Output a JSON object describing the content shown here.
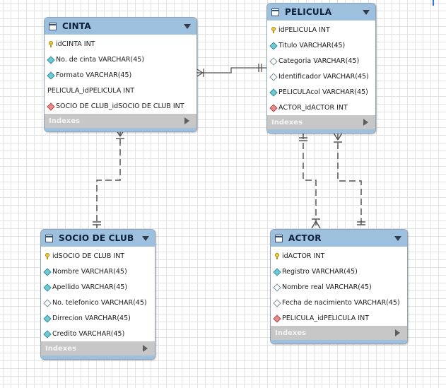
{
  "colors": {
    "header": "#9cc0dd",
    "indexes_bar": "#c7c7c7",
    "connector": "#555555",
    "grid": "#e3e3e3"
  },
  "tables": {
    "cinta": {
      "name": "CINTA",
      "indexes_label": "Indexes",
      "columns": [
        {
          "text": "idCINTA INT",
          "icon": "pk"
        },
        {
          "text": "No. de cinta VARCHAR(45)",
          "icon": "nn"
        },
        {
          "text": "Formato VARCHAR(45)",
          "icon": "nn"
        },
        {
          "text": "PELICULA_idPELICULA INT",
          "icon": "none"
        },
        {
          "text": "SOCIO DE CLUB_idSOCIO DE CLUB INT",
          "icon": "fk"
        }
      ]
    },
    "pelicula": {
      "name": "PELICULA",
      "indexes_label": "Indexes",
      "columns": [
        {
          "text": "idPELICULA INT",
          "icon": "pk"
        },
        {
          "text": "Titulo VARCHAR(45)",
          "icon": "nn"
        },
        {
          "text": "Categoria VARCHAR(45)",
          "icon": "nul"
        },
        {
          "text": "Identificador VARCHAR(45)",
          "icon": "nul"
        },
        {
          "text": "PELICULAcol VARCHAR(45)",
          "icon": "nn"
        },
        {
          "text": "ACTOR_idACTOR INT",
          "icon": "fk"
        }
      ]
    },
    "socio": {
      "name": "SOCIO DE CLUB",
      "indexes_label": "Indexes",
      "columns": [
        {
          "text": "idSOCIO DE CLUB INT",
          "icon": "pk"
        },
        {
          "text": "Nombre VARCHAR(45)",
          "icon": "nn"
        },
        {
          "text": "Apellido VARCHAR(45)",
          "icon": "nn"
        },
        {
          "text": "No. telefonico VARCHAR(45)",
          "icon": "nul"
        },
        {
          "text": "Dirrecion VARCHAR(45)",
          "icon": "nn"
        },
        {
          "text": "Credito VARCHAR(45)",
          "icon": "nn"
        }
      ]
    },
    "actor": {
      "name": "ACTOR",
      "indexes_label": "Indexes",
      "columns": [
        {
          "text": "idACTOR INT",
          "icon": "pk"
        },
        {
          "text": "Registro VARCHAR(45)",
          "icon": "nn"
        },
        {
          "text": "Nombre real VARCHAR(45)",
          "icon": "nul"
        },
        {
          "text": "Fecha de nacimiento VARCHAR(45)",
          "icon": "nul"
        },
        {
          "text": "PELICULA_idPELICULA INT",
          "icon": "fk"
        }
      ]
    }
  },
  "relationships": [
    {
      "from": "cinta",
      "to": "pelicula",
      "identifying": true
    },
    {
      "from": "cinta",
      "to": "socio",
      "identifying": false
    },
    {
      "from": "pelicula",
      "to": "actor",
      "identifying": false
    },
    {
      "from": "actor",
      "to": "pelicula",
      "identifying": false
    }
  ]
}
